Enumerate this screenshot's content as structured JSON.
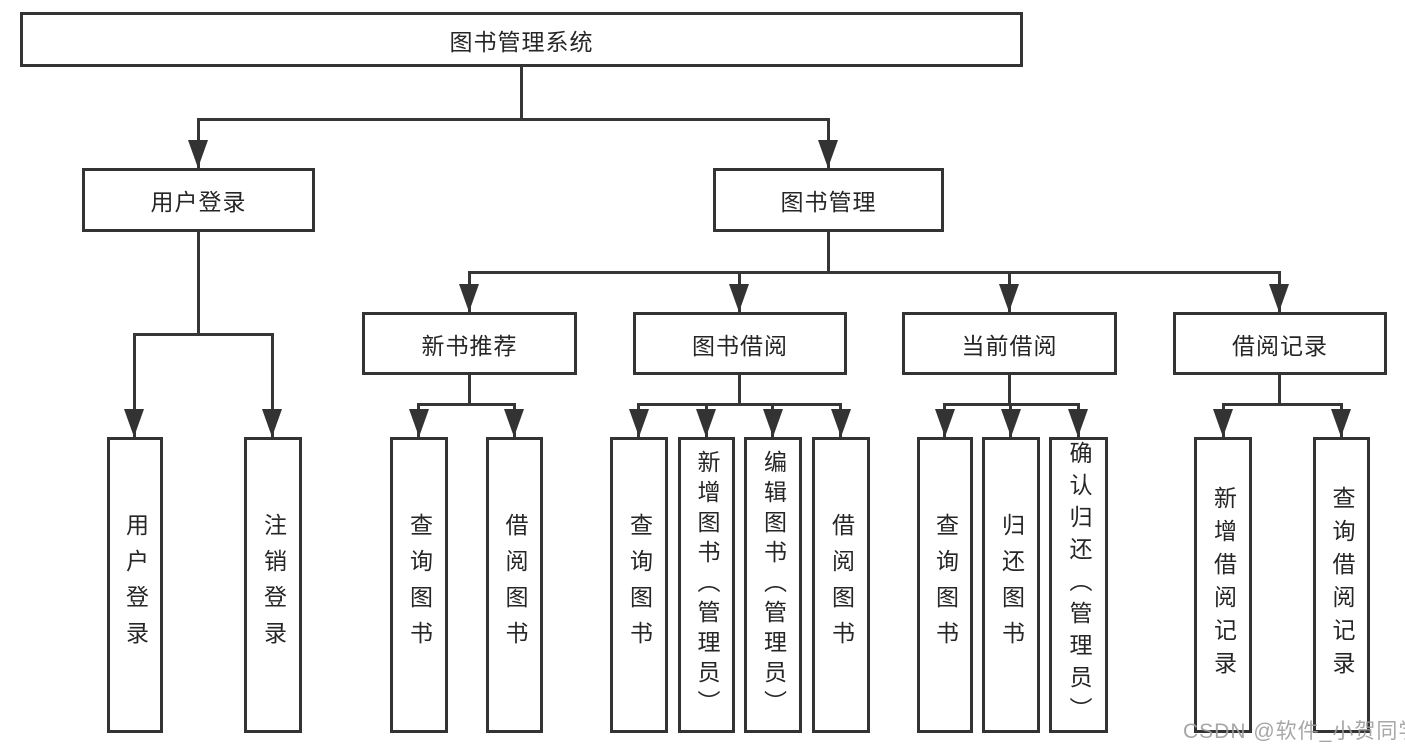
{
  "diagram": {
    "nodes": {
      "root": "图书管理系统",
      "user_login": "用户登录",
      "book_management": "图书管理",
      "new_book_recommend": "新书推荐",
      "book_borrow": "图书借阅",
      "current_borrow": "当前借阅",
      "borrow_records": "借阅记录",
      "leaf_user_login": "用户登录",
      "leaf_logout": "注销登录",
      "nb_query_books": "查询图书",
      "nb_borrow_books": "借阅图书",
      "bw_query_books": "查询图书",
      "bw_add_books": "新增图书（管理员）",
      "bw_edit_books": "编辑图书（管理员）",
      "bw_borrow_books": "借阅图书",
      "cur_query_books": "查询图书",
      "cur_return_books": "归还图书",
      "cur_confirm_return": "确认归还（管理员）",
      "rec_add_record": "新增借阅记录",
      "rec_query_record": "查询借阅记录"
    },
    "watermark": "CSDN @软件_小贺同学",
    "colors": {
      "line": "#333333",
      "text": "#262626",
      "watermark": "#9e9e9e",
      "background": "#ffffff"
    }
  }
}
